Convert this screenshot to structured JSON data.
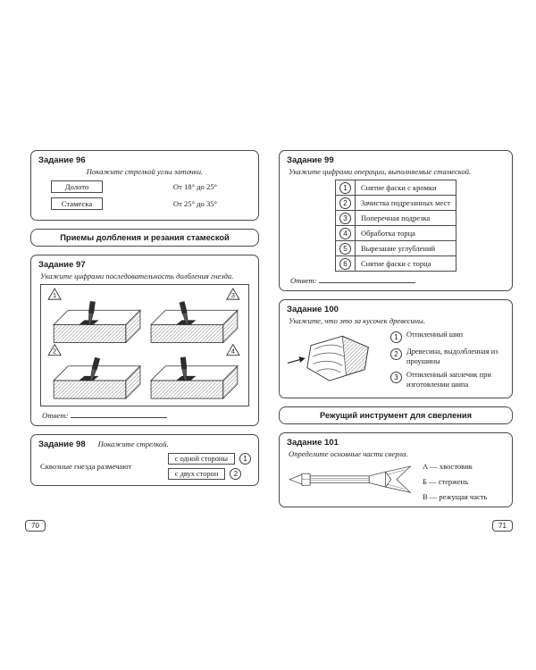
{
  "page_left": {
    "number": "70",
    "task96": {
      "title": "Задание 96",
      "prompt": "Покажите стрелкой углы заточки.",
      "items": [
        {
          "tool": "Долото",
          "angle": "От 18° до 25°"
        },
        {
          "tool": "Стамеска",
          "angle": "От 25° до 35°"
        }
      ]
    },
    "section_header": "Приемы долбления и резания стамеской",
    "task97": {
      "title": "Задание 97",
      "prompt": "Укажите цифрами последовательность долбления гнезда.",
      "markers": [
        "1",
        "2",
        "3",
        "4"
      ],
      "answer_label": "Ответ:"
    },
    "task98": {
      "title": "Задание 98",
      "prompt": "Покажите стрелкой.",
      "lead": "Сквозные гнезда размечают",
      "options": [
        {
          "num": "1",
          "label": "с одной стороны"
        },
        {
          "num": "2",
          "label": "с двух сторон"
        }
      ]
    }
  },
  "page_right": {
    "number": "71",
    "task99": {
      "title": "Задание 99",
      "prompt": "Укажите цифрами операции, выполняемые стамеской.",
      "rows": [
        {
          "num": "1",
          "text": "Снятие фаски с кромки"
        },
        {
          "num": "2",
          "text": "Зачистка подрезанных мест"
        },
        {
          "num": "3",
          "text": "Поперечная подрезка"
        },
        {
          "num": "4",
          "text": "Обработка торца"
        },
        {
          "num": "5",
          "text": "Вырезание углублений"
        },
        {
          "num": "6",
          "text": "Снятие фаски с торца"
        }
      ],
      "answer_label": "Ответ:"
    },
    "task100": {
      "title": "Задание 100",
      "prompt": "Укажите, что это за кусочек древесины.",
      "options": [
        {
          "num": "1",
          "text": "Отпиленный шип"
        },
        {
          "num": "2",
          "text": "Древесина, выдолбленная из проушины"
        },
        {
          "num": "3",
          "text": "Отпиленный заплечик при изготовлении шипа"
        }
      ]
    },
    "section_header": "Режущий инструмент для сверления",
    "task101": {
      "title": "Задание 101",
      "prompt": "Определите основные части сверла.",
      "labels": [
        "А — хвостовик",
        "Б — стержень",
        "В — режущая часть"
      ]
    }
  }
}
